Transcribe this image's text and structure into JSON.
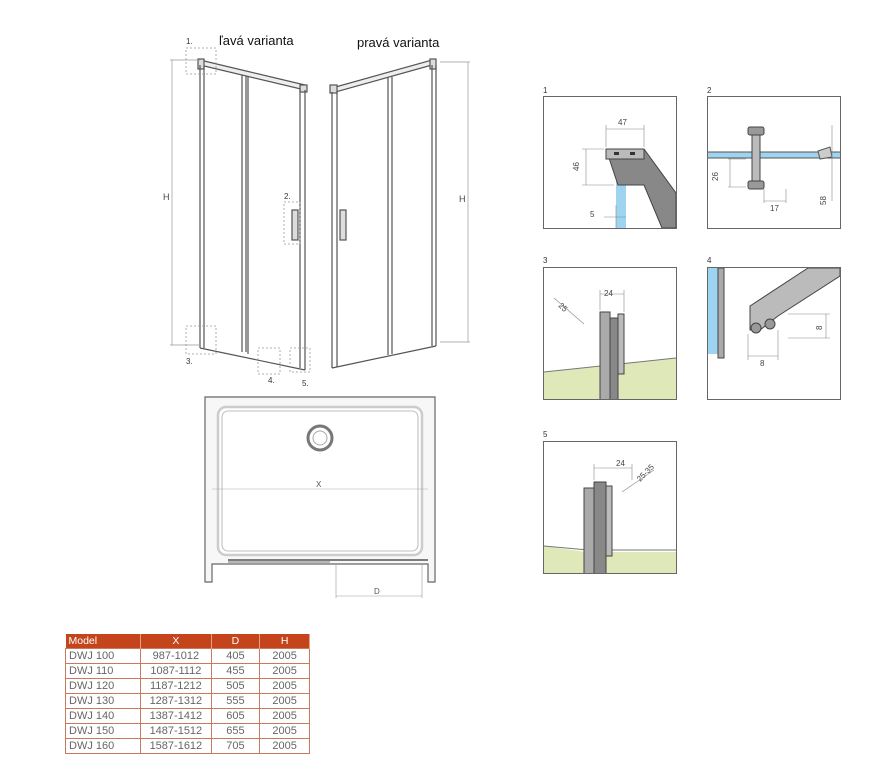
{
  "header": {
    "left_variant": "ľavá varianta",
    "right_variant": "pravá varianta"
  },
  "callouts": {
    "c1": "1.",
    "c2": "2.",
    "c3": "3.",
    "c4": "4.",
    "c5": "5."
  },
  "dims": {
    "H": "H",
    "X": "X",
    "D": "D"
  },
  "details": [
    {
      "number": "1",
      "labels": [
        "47",
        "46",
        "5"
      ]
    },
    {
      "number": "2",
      "labels": [
        "26",
        "17",
        "58"
      ]
    },
    {
      "number": "3",
      "labels": [
        "25",
        "24"
      ]
    },
    {
      "number": "4",
      "labels": [
        "8",
        "8"
      ]
    },
    {
      "number": "5",
      "labels": [
        "24",
        "25-35"
      ]
    }
  ],
  "table": {
    "columns": [
      "Model",
      "X",
      "D",
      "H"
    ],
    "rows": [
      [
        "DWJ 100",
        "987-1012",
        "405",
        "2005"
      ],
      [
        "DWJ 110",
        "1087-1112",
        "455",
        "2005"
      ],
      [
        "DWJ 120",
        "1187-1212",
        "505",
        "2005"
      ],
      [
        "DWJ 130",
        "1287-1312",
        "555",
        "2005"
      ],
      [
        "DWJ 140",
        "1387-1412",
        "605",
        "2005"
      ],
      [
        "DWJ 150",
        "1487-1512",
        "655",
        "2005"
      ],
      [
        "DWJ 160",
        "1587-1612",
        "705",
        "2005"
      ]
    ],
    "header_color": "#c4451c",
    "border_color": "#c97a5e"
  },
  "colors": {
    "glass": "#9fd4f0",
    "floor": "#dfe8b8",
    "frame": "#444444"
  }
}
